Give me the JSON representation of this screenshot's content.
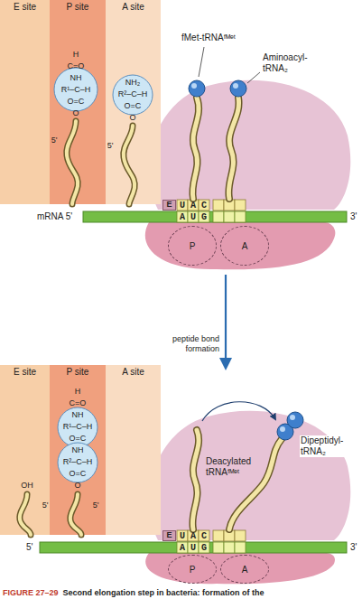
{
  "diagram": {
    "caption": "Second elongation step in bacteria: formation of the",
    "nodes": [
      {
        "text": [
          "E site"
        ]
      },
      {
        "text": [
          "P site"
        ]
      },
      {
        "text": [
          "A site"
        ]
      },
      {
        "text": [
          "E"
        ]
      },
      {
        "text": [
          "P"
        ]
      },
      {
        "text": [
          "A"
        ]
      },
      {
        "text": [
          "E site"
        ]
      },
      {
        "text": [
          "P site"
        ]
      },
      {
        "text": [
          "A site"
        ]
      },
      {
        "text": [
          "E"
        ]
      },
      {
        "text": [
          "P"
        ]
      },
      {
        "text": [
          "A"
        ]
      }
    ],
    "labels": [
      "H",
      "C=O",
      "NH",
      "R¹–C–H",
      "O=C",
      "O",
      "NH₂",
      "R²–C–H",
      "O=C",
      "O",
      "5'",
      "5'",
      "fMet-tRNAᶠᴹᵉᵗ",
      "Aminoacyl-tRNA₂",
      "mRNA 5'",
      "UAC",
      "AUG",
      "3'",
      "peptide bond formation",
      "H",
      "C=O",
      "NH",
      "R¹–C–H",
      "O=C",
      "NH",
      "R²–C–H",
      "O=C",
      "O",
      "OH",
      "5'",
      "5'",
      "Deacylated tRNAᶠᴹᵉᵗ",
      "Dipeptidyl-tRNA₂",
      "5'",
      "UAC",
      "AUG",
      "3'",
      "FIGURE 27–29"
    ]
  }
}
